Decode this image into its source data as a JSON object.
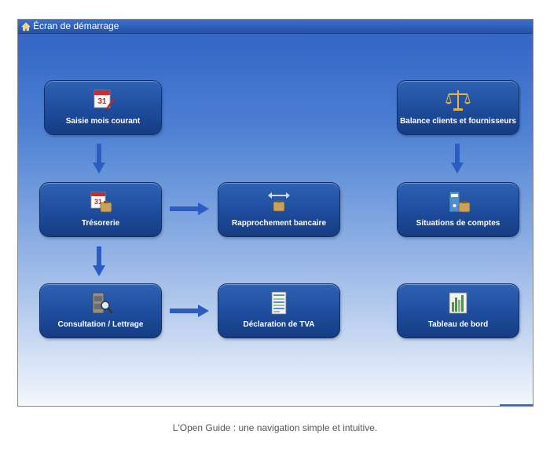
{
  "window": {
    "title": "Écran de démarrage",
    "icon": "home-icon"
  },
  "tiles": [
    {
      "id": "saisie",
      "label": "Saisie mois courant",
      "icon": "calendar-pen-icon"
    },
    {
      "id": "tresorerie",
      "label": "Trésorerie",
      "icon": "calendar-money-icon"
    },
    {
      "id": "rapprochement",
      "label": "Rapprochement bancaire",
      "icon": "bank-exchange-icon"
    },
    {
      "id": "consultation",
      "label": "Consultation / Lettrage",
      "icon": "cabinet-search-icon"
    },
    {
      "id": "declaration",
      "label": "Déclaration de TVA",
      "icon": "tax-form-icon"
    },
    {
      "id": "balance",
      "label": "Balance clients et fournisseurs",
      "icon": "scales-icon"
    },
    {
      "id": "situations",
      "label": "Situations de comptes",
      "icon": "binder-money-icon"
    },
    {
      "id": "tableau",
      "label": "Tableau de bord",
      "icon": "bar-chart-icon"
    }
  ],
  "caption": "L'Open Guide : une navigation simple et intuitive.",
  "colors": {
    "tile": "#1e4c9c",
    "arrow": "#2a5cc2",
    "background_top": "#2f62c4",
    "background_bottom": "#f4f7fc"
  }
}
